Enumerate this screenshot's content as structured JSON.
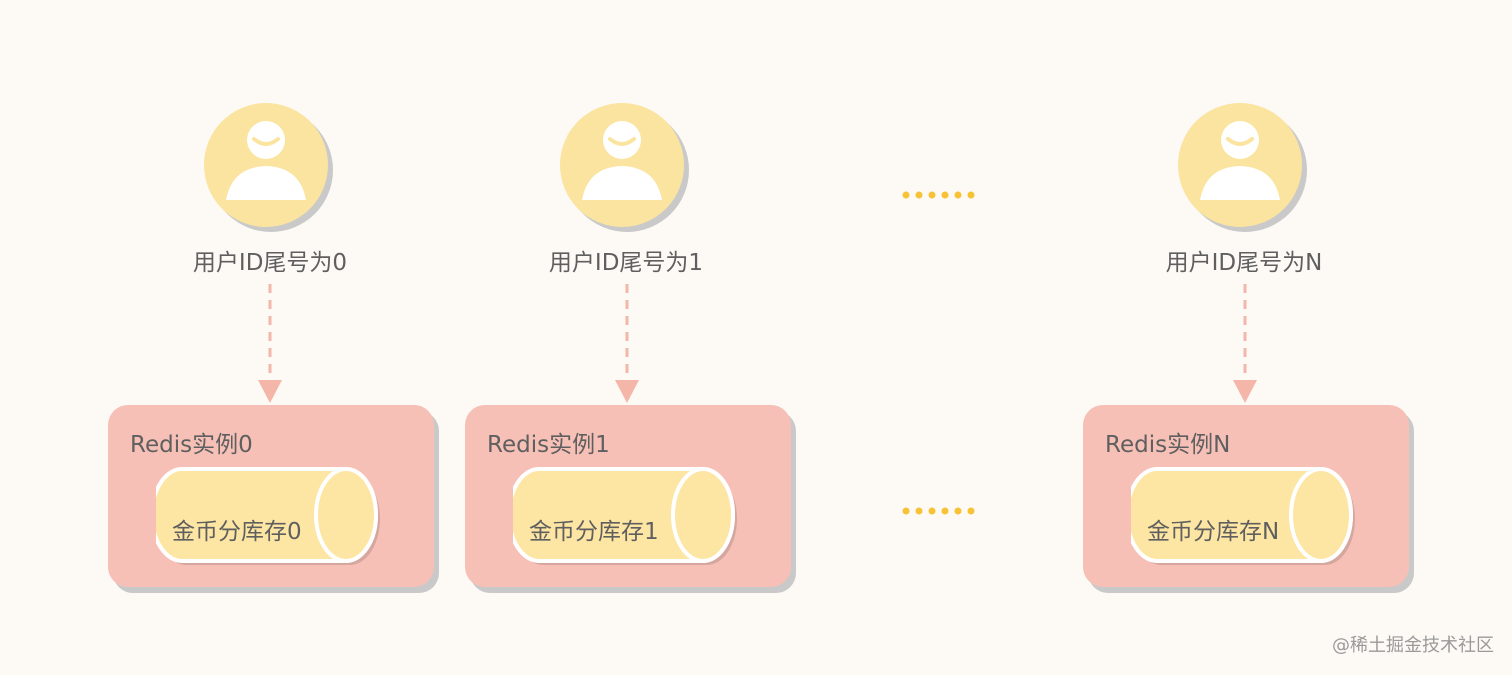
{
  "users": [
    {
      "label": "用户ID尾号为0"
    },
    {
      "label": "用户ID尾号为1"
    },
    {
      "label": "用户ID尾号为N"
    }
  ],
  "instances": [
    {
      "title": "Redis实例0",
      "storage": "金币分库存0"
    },
    {
      "title": "Redis实例1",
      "storage": "金币分库存1"
    },
    {
      "title": "Redis实例N",
      "storage": "金币分库存N"
    }
  ],
  "ellipsis": [
    "......",
    "......"
  ],
  "watermark": "@稀土掘金技术社区",
  "colors": {
    "background": "#fdf9f5",
    "avatar_circle": "#fbe49f",
    "avatar_figure": "#ffffff",
    "instance_box": "#f6c0b7",
    "cylinder_fill": "#fde6a3",
    "arrow": "#f4b6a8",
    "dots": "#f7c236",
    "text": "#5f5f5f"
  }
}
